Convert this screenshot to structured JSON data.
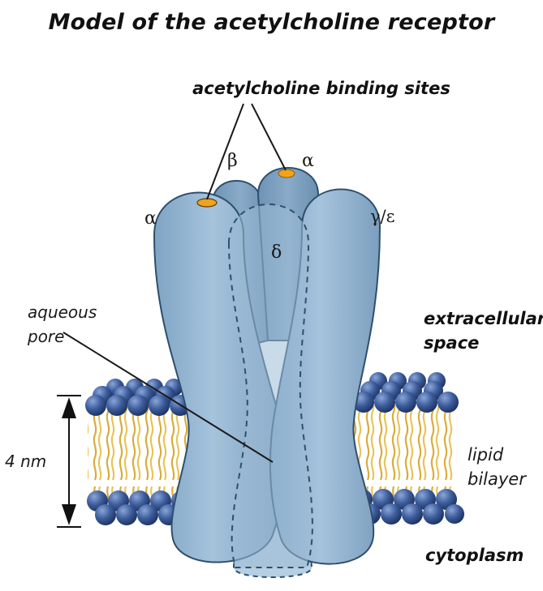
{
  "title": "Model of the acetylcholine receptor",
  "labels": {
    "binding_sites": "acetylcholine binding sites",
    "alpha_left": "α",
    "beta": "β",
    "alpha_right": "α",
    "gamma_epsilon": "γ/ε",
    "delta": "δ",
    "aqueous_line1": "aqueous",
    "aqueous_line2": "pore",
    "extracellular_line1": "extracellular",
    "extracellular_line2": "space",
    "thickness": "4 nm",
    "lipid_line1": "lipid",
    "lipid_line2": "bilayer",
    "cytoplasm": "cytoplasm"
  },
  "colors": {
    "subunit_fill": "#8fb3cf",
    "subunit_dark": "#6f97b8",
    "subunit_stroke": "#2f4f6c",
    "lipid_head": "#2f4f8f",
    "lipid_tail": "#e0b84a",
    "binding_site": "#f2a31b"
  }
}
